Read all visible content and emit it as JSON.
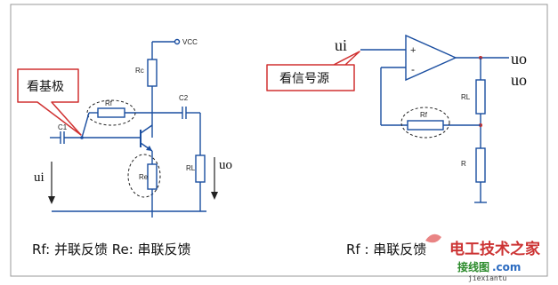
{
  "left_circuit": {
    "vcc_label": "VCC",
    "rc_label": "Rc",
    "rf_label": "Rf",
    "re_label": "Re",
    "rl_label": "RL",
    "c1_label": "C1",
    "c2_label": "C2",
    "ui_label": "ui",
    "uo_label": "uo",
    "callout": "看基极"
  },
  "right_circuit": {
    "ui_label": "ui",
    "plus_label": "+",
    "minus_label": "-",
    "uo_label_1": "uo",
    "uo_label_2": "uo",
    "rl_label": "RL",
    "rf_label": "Rf",
    "r_label": "R",
    "callout": "看信号源"
  },
  "captions": {
    "left": "Rf: 并联反馈   Re: 串联反馈",
    "right": "Rf : 串联反馈"
  },
  "watermark": {
    "title": "电工技术之家",
    "brand": "接线图",
    "site": "jiexiantu",
    "suffix": ".com"
  },
  "colors": {
    "wire": "#1a4ea0",
    "callout_border": "#d03030",
    "watermark": "#cc3333"
  }
}
